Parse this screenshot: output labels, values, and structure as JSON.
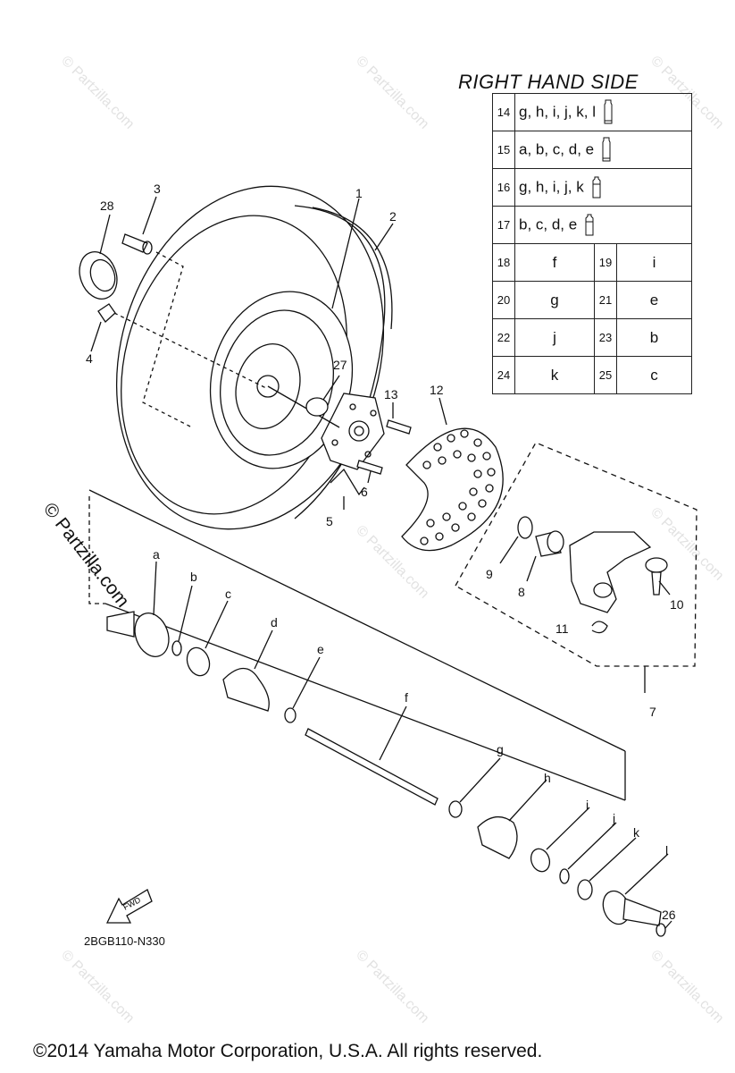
{
  "watermark_text": "© Partzilla.com",
  "watermark_big": "© Partzilla.com",
  "table": {
    "title": "RIGHT HAND SIDE",
    "grease_rows": [
      {
        "num": "14",
        "text": "g, h, i, j, k, l",
        "tube": "tall"
      },
      {
        "num": "15",
        "text": "a, b, c, d, e",
        "tube": "tall"
      },
      {
        "num": "16",
        "text": "g, h, i, j, k",
        "tube": "short"
      },
      {
        "num": "17",
        "text": "b, c, d, e",
        "tube": "short"
      }
    ],
    "pair_rows": [
      {
        "n1": "18",
        "v1": "f",
        "n2": "19",
        "v2": "i"
      },
      {
        "n1": "20",
        "v1": "g",
        "n2": "21",
        "v2": "e"
      },
      {
        "n1": "22",
        "v1": "j",
        "n2": "23",
        "v2": "b"
      },
      {
        "n1": "24",
        "v1": "k",
        "n2": "25",
        "v2": "c"
      }
    ]
  },
  "callouts": {
    "c1": "1",
    "c2": "2",
    "c3": "3",
    "c4": "4",
    "c5": "5",
    "c6": "6",
    "c7": "7",
    "c8": "8",
    "c9": "9",
    "c10": "10",
    "c11": "11",
    "c12": "12",
    "c13": "13",
    "c26": "26",
    "c27": "27",
    "c28": "28",
    "a": "a",
    "b": "b",
    "c": "c",
    "d": "d",
    "e": "e",
    "f": "f",
    "g": "g",
    "h": "h",
    "i": "i",
    "j": "j",
    "k": "k",
    "l": "l"
  },
  "fwd_label": "FWD",
  "diagram_code": "2BGB110-N330",
  "copyright": "©2014  Yamaha Motor Corporation, U.S.A. All rights reserved."
}
